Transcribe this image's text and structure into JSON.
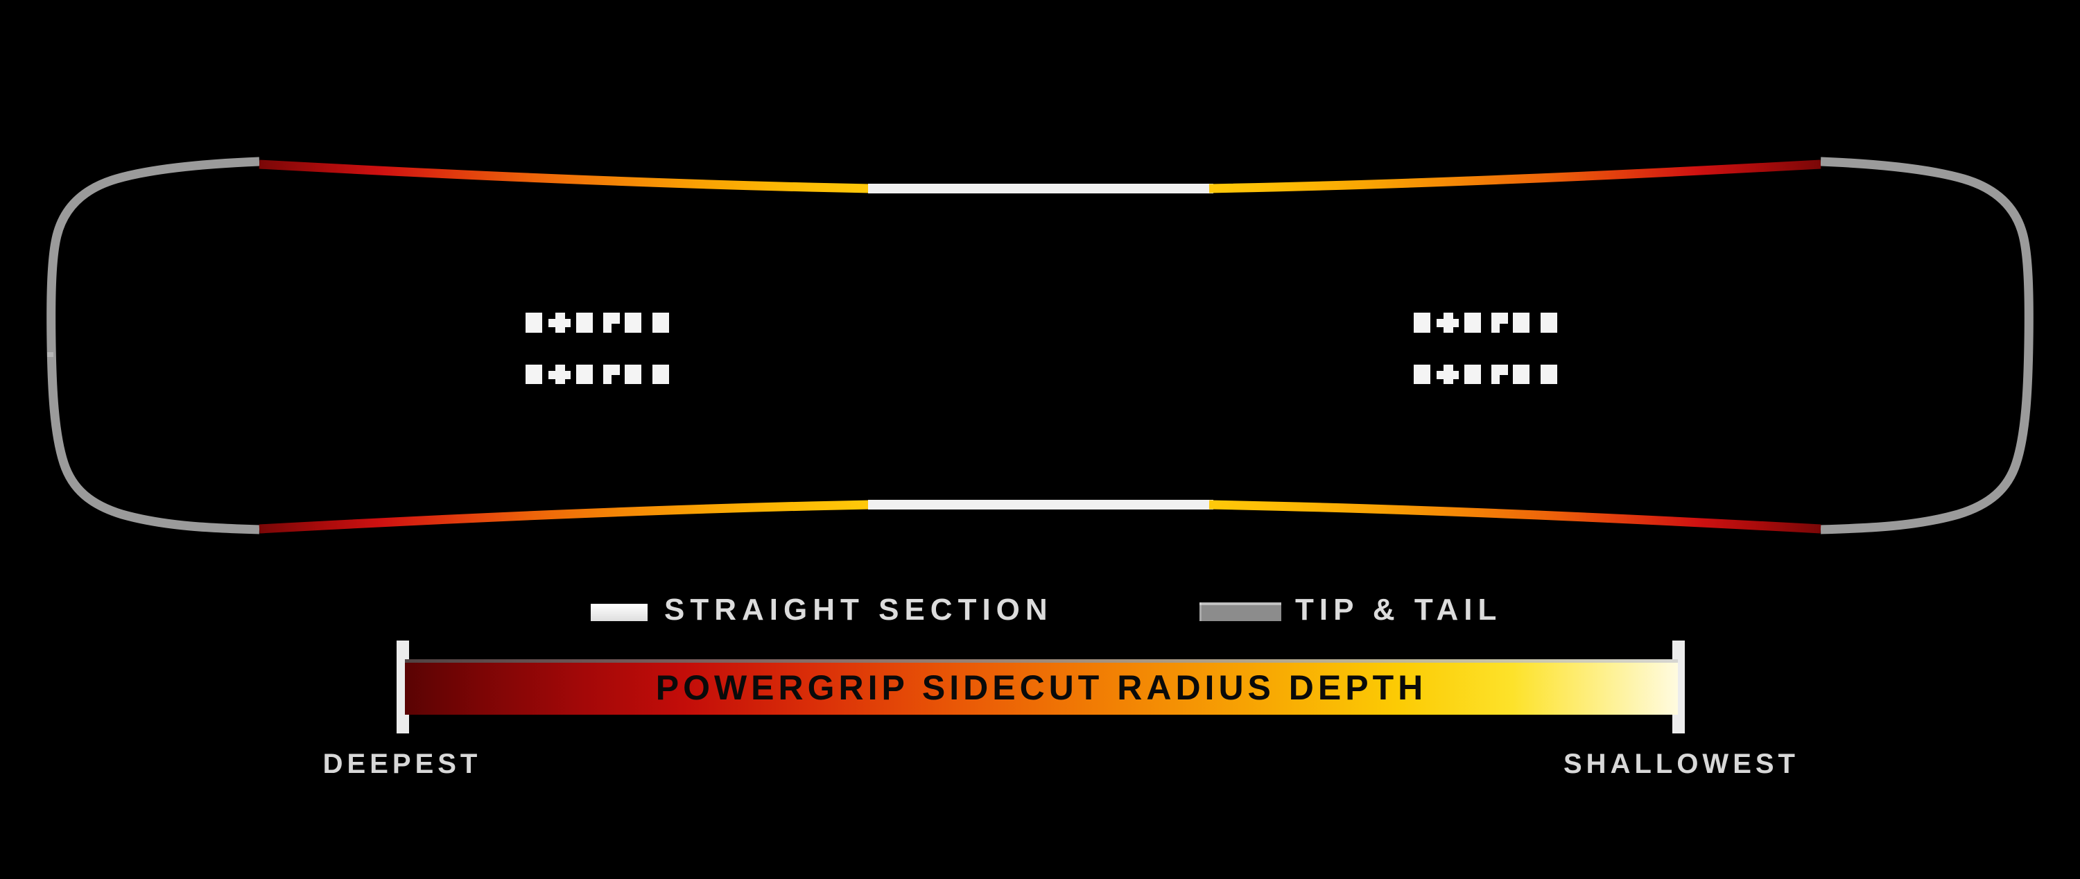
{
  "title": "Powergrip sidecut radius depth board diagram",
  "legend": {
    "straight_section_label": "STRAIGHT SECTION",
    "tip_tail_label": "TIP & TAIL"
  },
  "scale_bar": {
    "label": "POWERGRIP SIDECUT RADIUS DEPTH",
    "left_end_label": "DEEPEST",
    "right_end_label": "SHALLOWEST"
  },
  "colors": {
    "background": "#000000",
    "tip_tail_outline": "#9b9b9b",
    "straight_section_edge": "#f1f1f1",
    "sidecut_gradient_deep": "#7a0707",
    "sidecut_gradient_mid": "#f48406",
    "sidecut_gradient_shallow": "#ffc90a",
    "bar_gradient_deepest": "#5a0303",
    "bar_gradient_shallowest": "#fffbe0",
    "bar_text": "#0a0a0a",
    "label_text": "#d9d9d9"
  },
  "board": {
    "insert_groups": 2,
    "insert_rows_per_group": 2,
    "insert_marks_per_row": 6
  }
}
